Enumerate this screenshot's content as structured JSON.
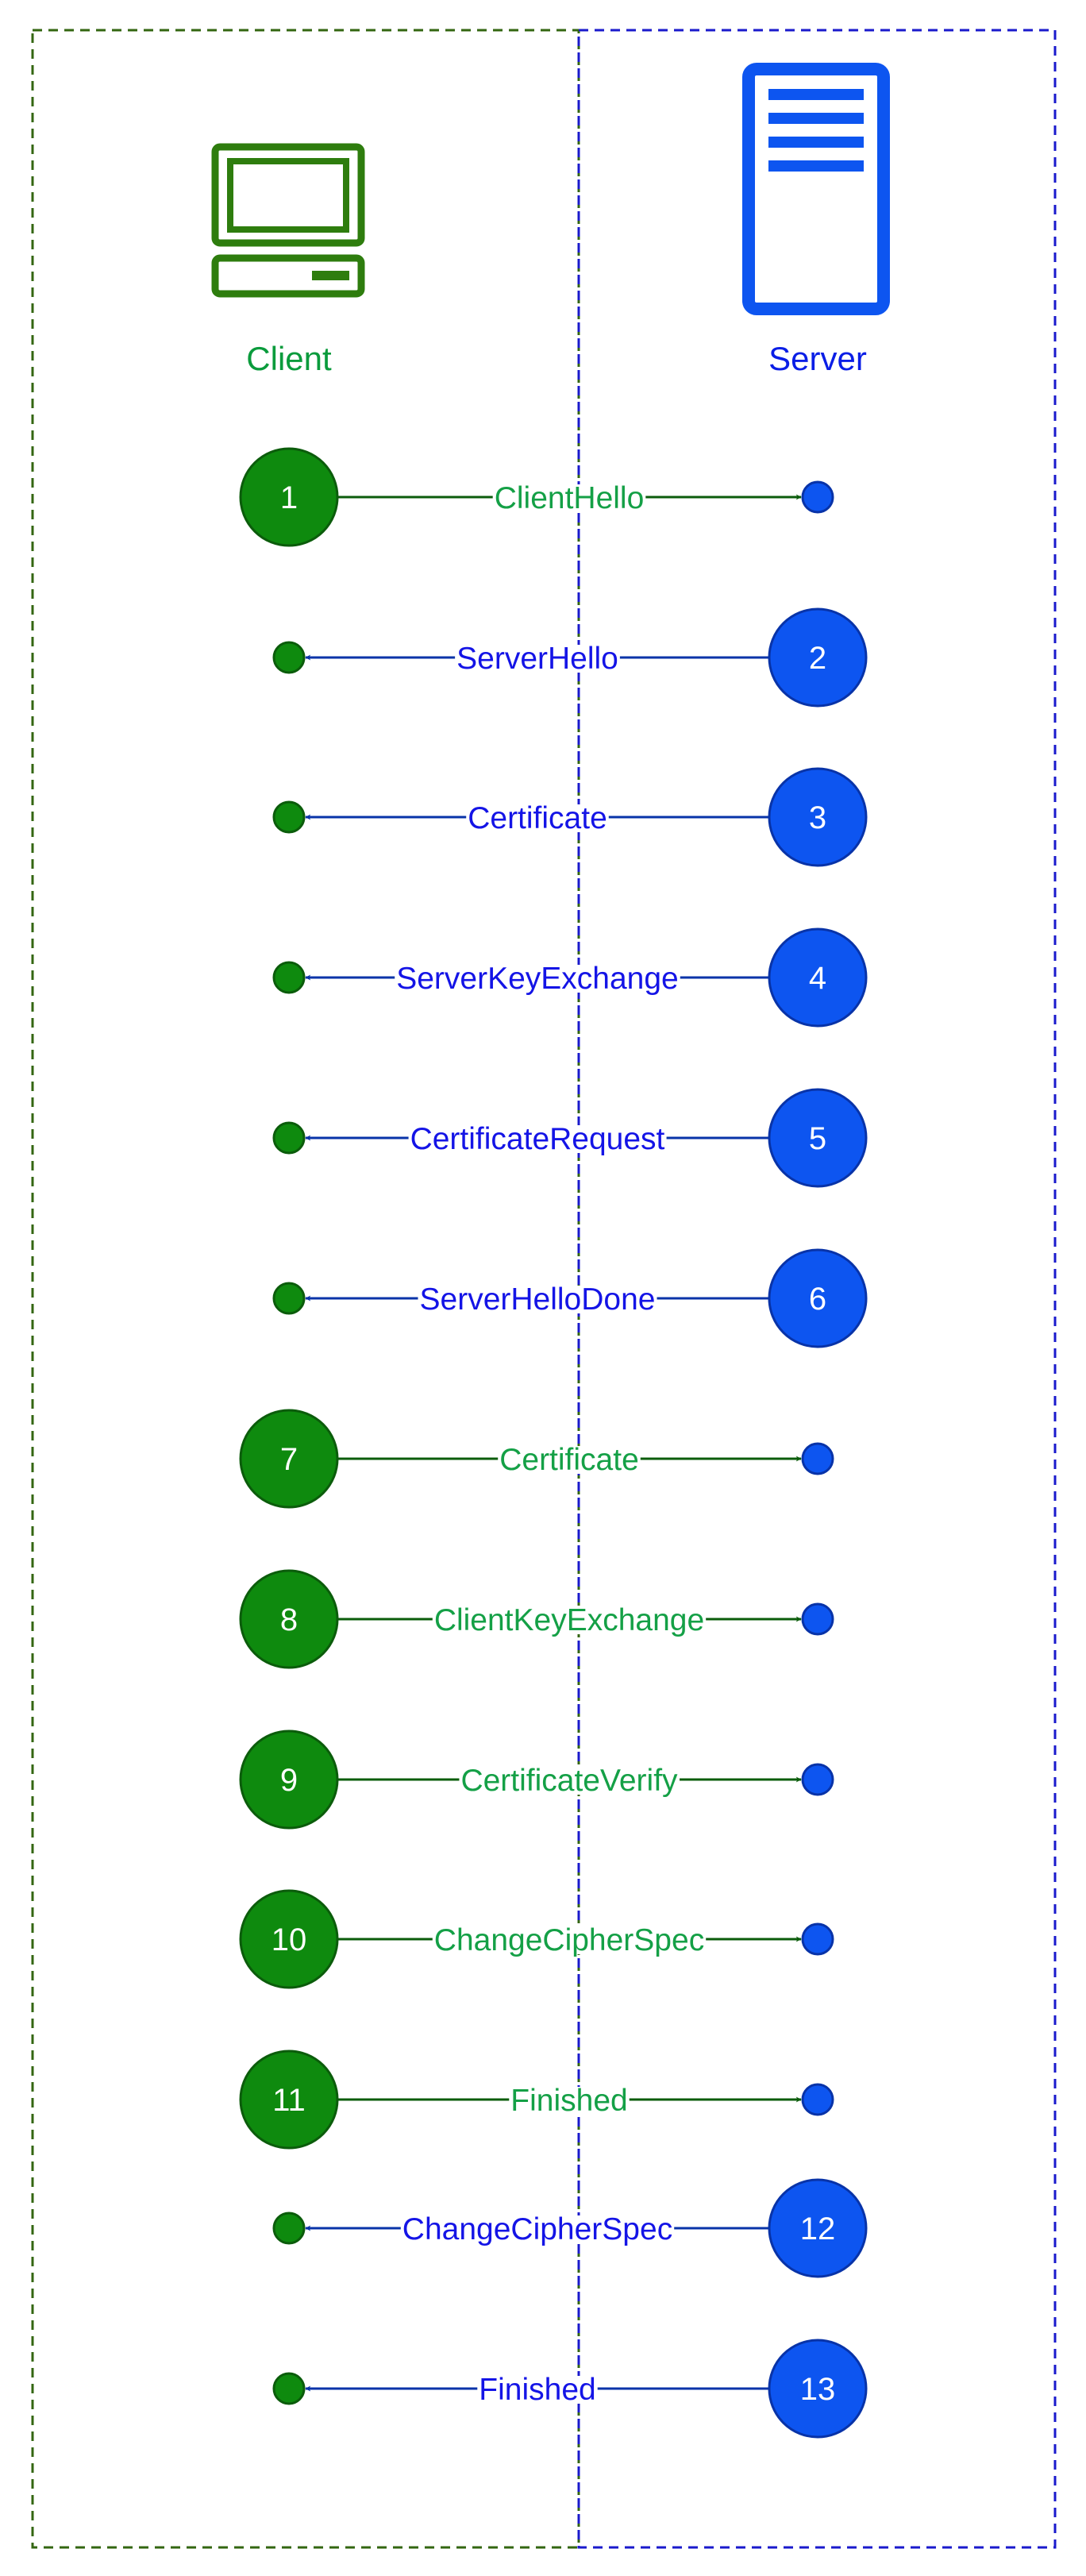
{
  "client": {
    "label": "Client",
    "color": "#0a9b3c",
    "icon": "desktop-computer-icon"
  },
  "server": {
    "label": "Server",
    "color": "#0a1ee6",
    "icon": "server-tower-icon"
  },
  "colors": {
    "client_fill": "#0e8a0e",
    "client_stroke": "#0b5c0b",
    "client_text": "#14a046",
    "server_fill": "#0d55f0",
    "server_stroke": "#0833a8",
    "server_text": "#1414e6",
    "client_lane_border": "#336611",
    "server_lane_border": "#1a1acc"
  },
  "messages": [
    {
      "step": "1",
      "label": "ClientHello",
      "from": "client"
    },
    {
      "step": "2",
      "label": "ServerHello",
      "from": "server"
    },
    {
      "step": "3",
      "label": "Certificate",
      "from": "server"
    },
    {
      "step": "4",
      "label": "ServerKeyExchange",
      "from": "server"
    },
    {
      "step": "5",
      "label": "CertificateRequest",
      "from": "server"
    },
    {
      "step": "6",
      "label": "ServerHelloDone",
      "from": "server"
    },
    {
      "step": "7",
      "label": "Certificate",
      "from": "client"
    },
    {
      "step": "8",
      "label": "ClientKeyExchange",
      "from": "client"
    },
    {
      "step": "9",
      "label": "CertificateVerify",
      "from": "client"
    },
    {
      "step": "10",
      "label": "ChangeCipherSpec",
      "from": "client"
    },
    {
      "step": "11",
      "label": "Finished",
      "from": "client"
    },
    {
      "step": "12",
      "label": "ChangeCipherSpec",
      "from": "server"
    },
    {
      "step": "13",
      "label": "Finished",
      "from": "server"
    }
  ]
}
